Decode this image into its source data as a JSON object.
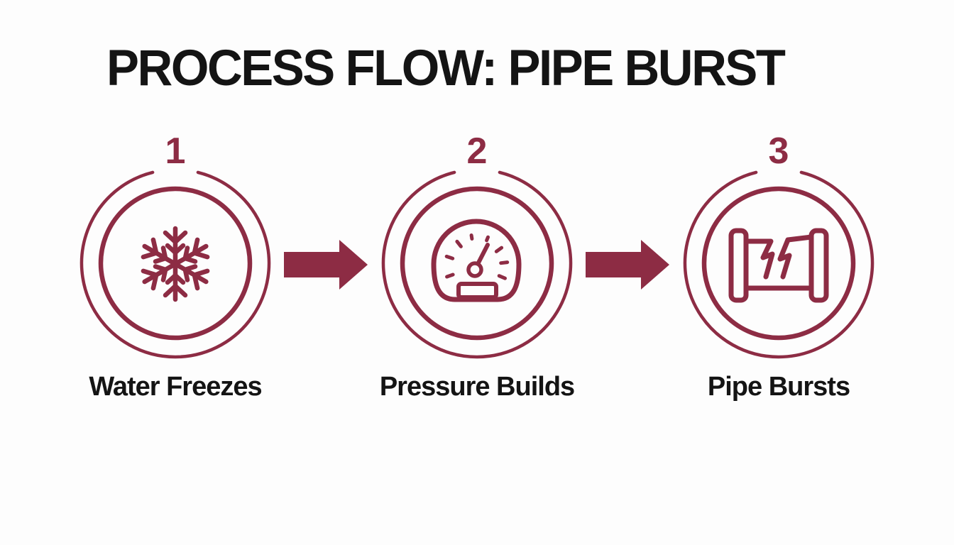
{
  "title": "PROCESS FLOW: PIPE BURST",
  "colors": {
    "accent": "#8D2C44",
    "background": "#FDFDFD",
    "text": "#141414"
  },
  "steps": [
    {
      "number": "1",
      "label": "Water Freezes",
      "icon": "snowflake-icon"
    },
    {
      "number": "2",
      "label": "Pressure Builds",
      "icon": "pressure-gauge-icon"
    },
    {
      "number": "3",
      "label": "Pipe Bursts",
      "icon": "burst-pipe-icon"
    }
  ],
  "connectors": [
    {
      "icon": "arrow-right-icon"
    },
    {
      "icon": "arrow-right-icon"
    }
  ]
}
